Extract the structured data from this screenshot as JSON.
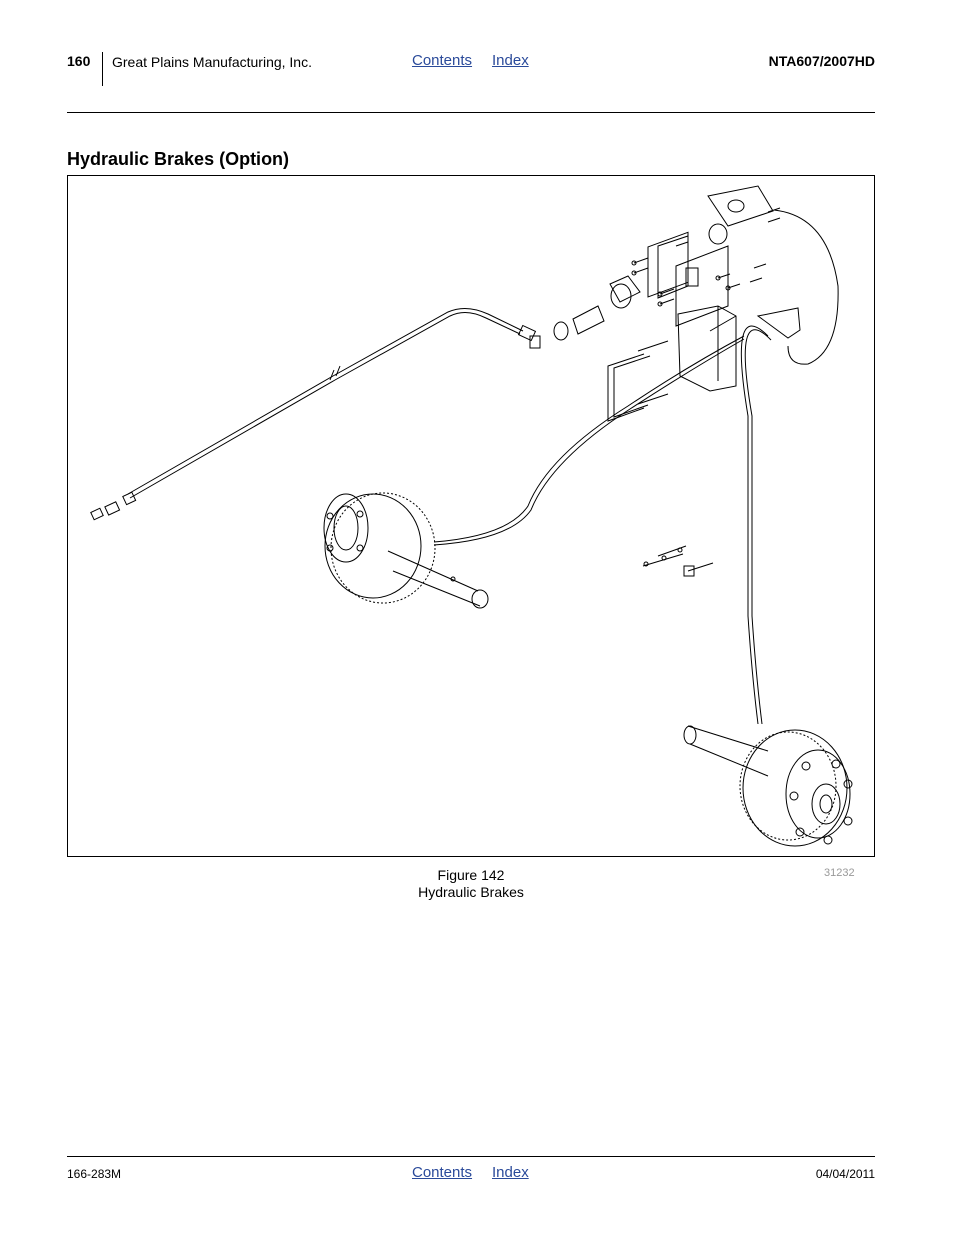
{
  "header": {
    "page_number": "160",
    "company": "Great Plains Manufacturing, Inc.",
    "contents_link": "Contents",
    "index_link": "Index",
    "model": "NTA607/2007HD"
  },
  "section": {
    "title": "Hydraulic Brakes (Option)"
  },
  "figure": {
    "number_label": "Figure 142",
    "caption": "Hydraulic Brakes",
    "drawing_id": "31232",
    "line_color": "#000000"
  },
  "footer": {
    "doc_number": "166-283M",
    "contents_link": "Contents",
    "index_link": "Index",
    "date": "04/04/2011"
  }
}
